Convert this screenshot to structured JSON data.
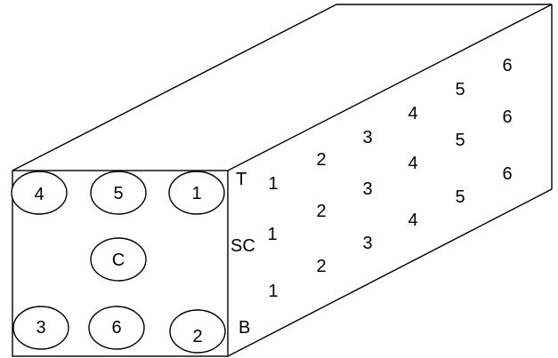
{
  "front_face": {
    "circles": [
      {
        "id": "circle-4",
        "label": "4"
      },
      {
        "id": "circle-5",
        "label": "5"
      },
      {
        "id": "circle-1",
        "label": "1"
      },
      {
        "id": "circle-c",
        "label": "C"
      },
      {
        "id": "circle-3",
        "label": "3"
      },
      {
        "id": "circle-6",
        "label": "6"
      },
      {
        "id": "circle-2",
        "label": "2"
      }
    ]
  },
  "row_labels": {
    "top": "T",
    "sc": "SC",
    "bottom": "B"
  },
  "side_face": {
    "top_row": [
      "1",
      "2",
      "3",
      "4",
      "5",
      "6"
    ],
    "middle_row": [
      "1",
      "2",
      "3",
      "4",
      "5",
      "6"
    ],
    "bottom_row": [
      "1",
      "2",
      "3",
      "4",
      "5",
      "6"
    ]
  }
}
